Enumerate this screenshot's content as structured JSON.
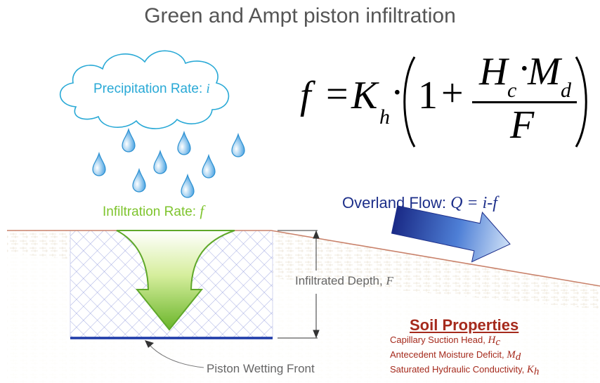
{
  "title": "Green and Ampt piston infiltration",
  "precipitation": {
    "label": "Precipitation Rate: ",
    "var": "i"
  },
  "infiltration": {
    "label": "Infiltration Rate: ",
    "var": "f"
  },
  "overland_flow": {
    "label": "Overland Flow: ",
    "var": "Q = i-f"
  },
  "infiltrated_depth": {
    "label": "Infiltrated Depth, ",
    "var": "F"
  },
  "wetting_front": {
    "label": "Piston Wetting Front"
  },
  "equation": {
    "lhs": "f",
    "eq": "=",
    "k": "K",
    "k_sub": "h",
    "dot": "·",
    "one": "1",
    "plus": "+",
    "hc": "H",
    "hc_sub": "c",
    "md": "M",
    "md_sub": "d",
    "den": "F"
  },
  "soil_properties": {
    "title": "Soil Properties",
    "items": [
      {
        "label": "Capillary Suction Head, ",
        "var": "H",
        "sub": "c"
      },
      {
        "label": "Antecedent Moisture Deficit, ",
        "var": "M",
        "sub": "d"
      },
      {
        "label": "Saturated Hydraulic Conductivity, ",
        "var": "K",
        "sub": "h"
      }
    ]
  },
  "colors": {
    "cloud_stroke": "#29a9d6",
    "drop": "#2a8fd0",
    "infiltration_green": "#7ec42d",
    "overland_blue": "#1d2f8a",
    "soil_red": "#a52a1c",
    "ground_line": "#c9826b",
    "wetting_front": "#1d3aa8"
  }
}
